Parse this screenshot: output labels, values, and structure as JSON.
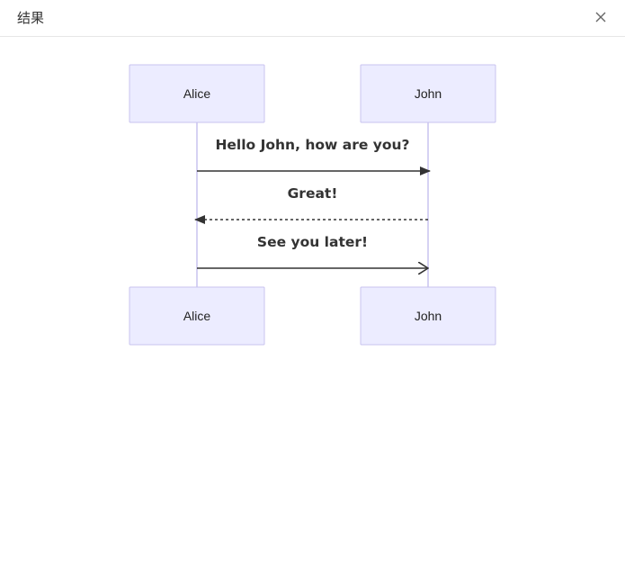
{
  "dialog": {
    "title": "结果",
    "close_icon": "close-icon"
  },
  "diagram": {
    "type": "sequence",
    "participants": [
      {
        "id": "alice",
        "label": "Alice"
      },
      {
        "id": "john",
        "label": "John"
      }
    ],
    "messages": [
      {
        "from": "alice",
        "to": "john",
        "text": "Hello John, how are you?",
        "line": "solid",
        "arrow": "filled"
      },
      {
        "from": "john",
        "to": "alice",
        "text": "Great!",
        "line": "dotted",
        "arrow": "filled"
      },
      {
        "from": "alice",
        "to": "john",
        "text": "See you later!",
        "line": "solid",
        "arrow": "open"
      }
    ],
    "colors": {
      "actor_fill": "#ececff",
      "actor_border": "#c8c3ef",
      "line": "#333333"
    }
  }
}
